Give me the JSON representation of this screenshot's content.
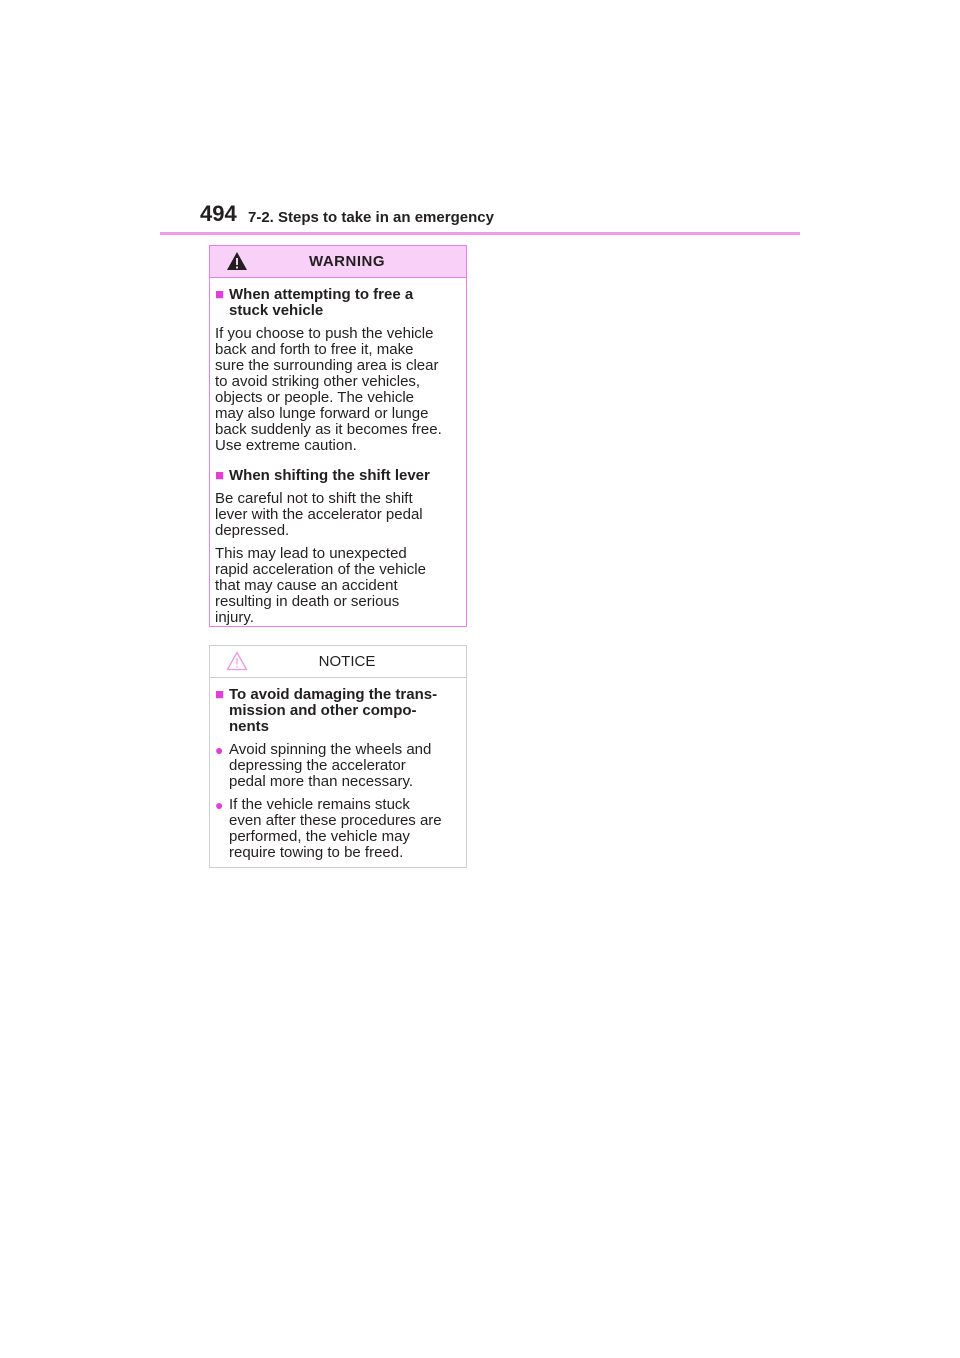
{
  "header": {
    "page_number": "494",
    "section_title": "7-2. Steps to take in an emergency"
  },
  "warning": {
    "title": "WARNING",
    "icon": "warning-triangle-icon",
    "heading1": [
      "When attempting to free a",
      "stuck vehicle"
    ],
    "para1": [
      "If you choose to push the vehicle",
      "back and forth to free it, make",
      "sure the surrounding area is clear",
      "to avoid striking other vehicles,",
      "objects or people. The vehicle",
      "may also lunge forward or lunge",
      "back suddenly as it becomes free.",
      "Use extreme caution."
    ],
    "heading2": [
      "When shifting the shift lever"
    ],
    "para2": [
      "Be careful not to shift the shift",
      "lever with the accelerator pedal",
      "depressed."
    ],
    "para3": [
      "This may lead to unexpected",
      "rapid acceleration of the vehicle",
      "that may cause an accident",
      "resulting in death or serious",
      "injury."
    ]
  },
  "notice": {
    "title": "NOTICE",
    "icon": "caution-triangle-outline-icon",
    "heading1": [
      "To avoid damaging the trans-",
      "mission and other compo-",
      "nents"
    ],
    "bullet1": [
      "Avoid spinning the wheels and",
      "depressing the accelerator",
      "pedal more than necessary."
    ],
    "bullet2": [
      "If the vehicle remains stuck",
      "even after these procedures are",
      "performed, the vehicle may",
      "require towing to be freed."
    ]
  },
  "markers": {
    "square": "■",
    "circle": "●"
  },
  "colors": {
    "accent": "#e040d8",
    "rule": "#ef9bed",
    "warning_fill": "#f9d0f7",
    "warning_border": "#e680e2"
  }
}
